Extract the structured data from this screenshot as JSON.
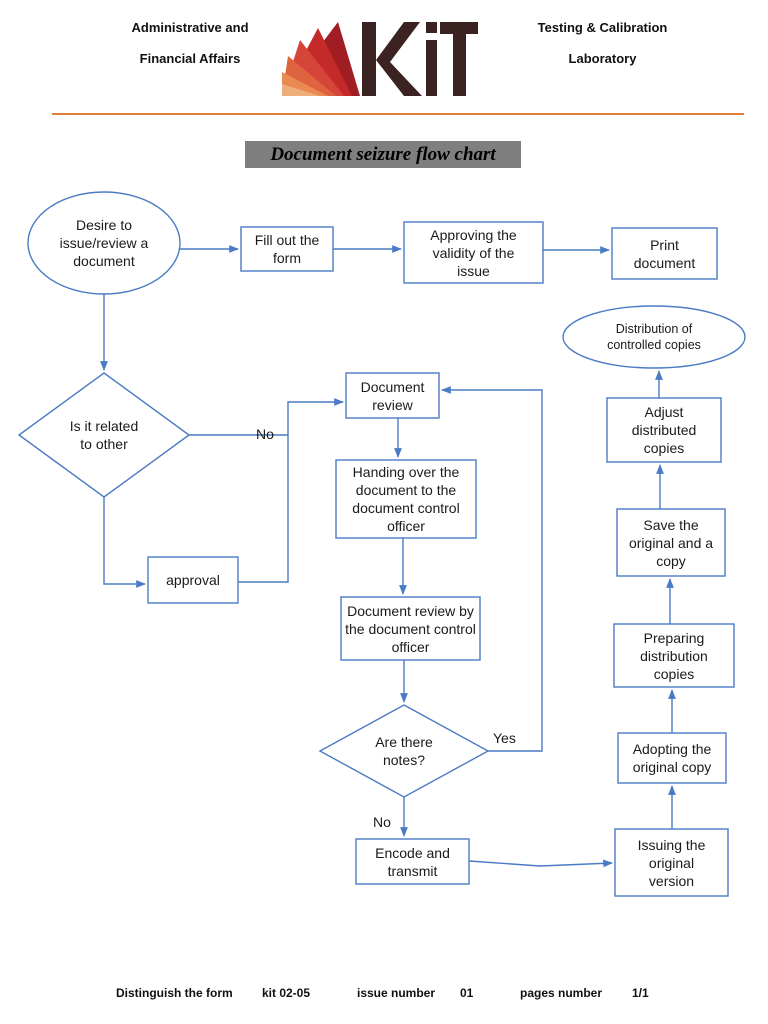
{
  "header": {
    "left_line1": "Administrative and",
    "left_line2": "Financial Affairs",
    "right_line1": "Testing & Calibration",
    "right_line2": "Laboratory",
    "logo_text": "KIT",
    "logo_colors": [
      "#a11d24",
      "#c52a2a",
      "#d6453a",
      "#e0633f",
      "#e88a52",
      "#eeae7a"
    ],
    "rule_color": "#e07f3a"
  },
  "title": "Document seizure flow chart",
  "nodes": {
    "desire": "Desire to issue/review a document",
    "fill_form": "Fill out the form",
    "approving": "Approving the validity of the issue",
    "print": "Print document",
    "related": "Is it related to other",
    "approval": "approval",
    "doc_review": "Document review",
    "handing_over": "Handing over the document to the document control officer",
    "review_by_officer": "Document review by the document control officer",
    "notes": "Are there notes?",
    "encode": "Encode and transmit",
    "issuing": "Issuing the original version",
    "adopting": "Adopting the original copy",
    "preparing": "Preparing distribution copies",
    "save": "Save the original and a copy",
    "adjust": "Adjust distributed copies",
    "distribution": "Distribution of controlled copies"
  },
  "edge_labels": {
    "no_related": "No",
    "yes_notes": "Yes",
    "no_notes": "No"
  },
  "footer": {
    "form_label": "Distinguish the form",
    "form_code": "kit 02-05",
    "issue_label": "issue number",
    "issue_value": "01",
    "pages_label": "pages number",
    "pages_value": "1/1"
  },
  "colors": {
    "stroke": "#4a7bc4",
    "title_bg": "#7f7f7f"
  }
}
